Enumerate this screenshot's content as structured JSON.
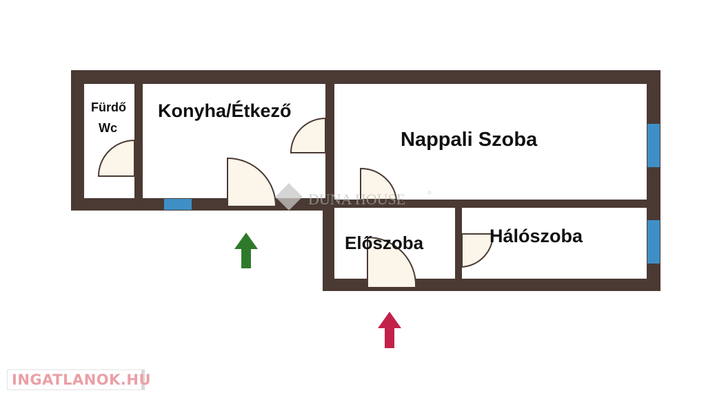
{
  "rooms": {
    "furdo": "Fürdő",
    "wc": "Wc",
    "konyha": "Konyha/Étkező",
    "nappali": "Nappali Szoba",
    "eloszoba": "Előszoba",
    "haloszoba": "Hálószoba"
  },
  "watermark": "DUNA HOUSE",
  "watermark_mark": "®",
  "logo": "INGATLANOK.HU",
  "colors": {
    "wall": "#4a3a33",
    "window": "#3f8fc6",
    "door": "#fbf5ea",
    "green_arrow": "#2f7a2a",
    "red_arrow": "#c2224a"
  }
}
